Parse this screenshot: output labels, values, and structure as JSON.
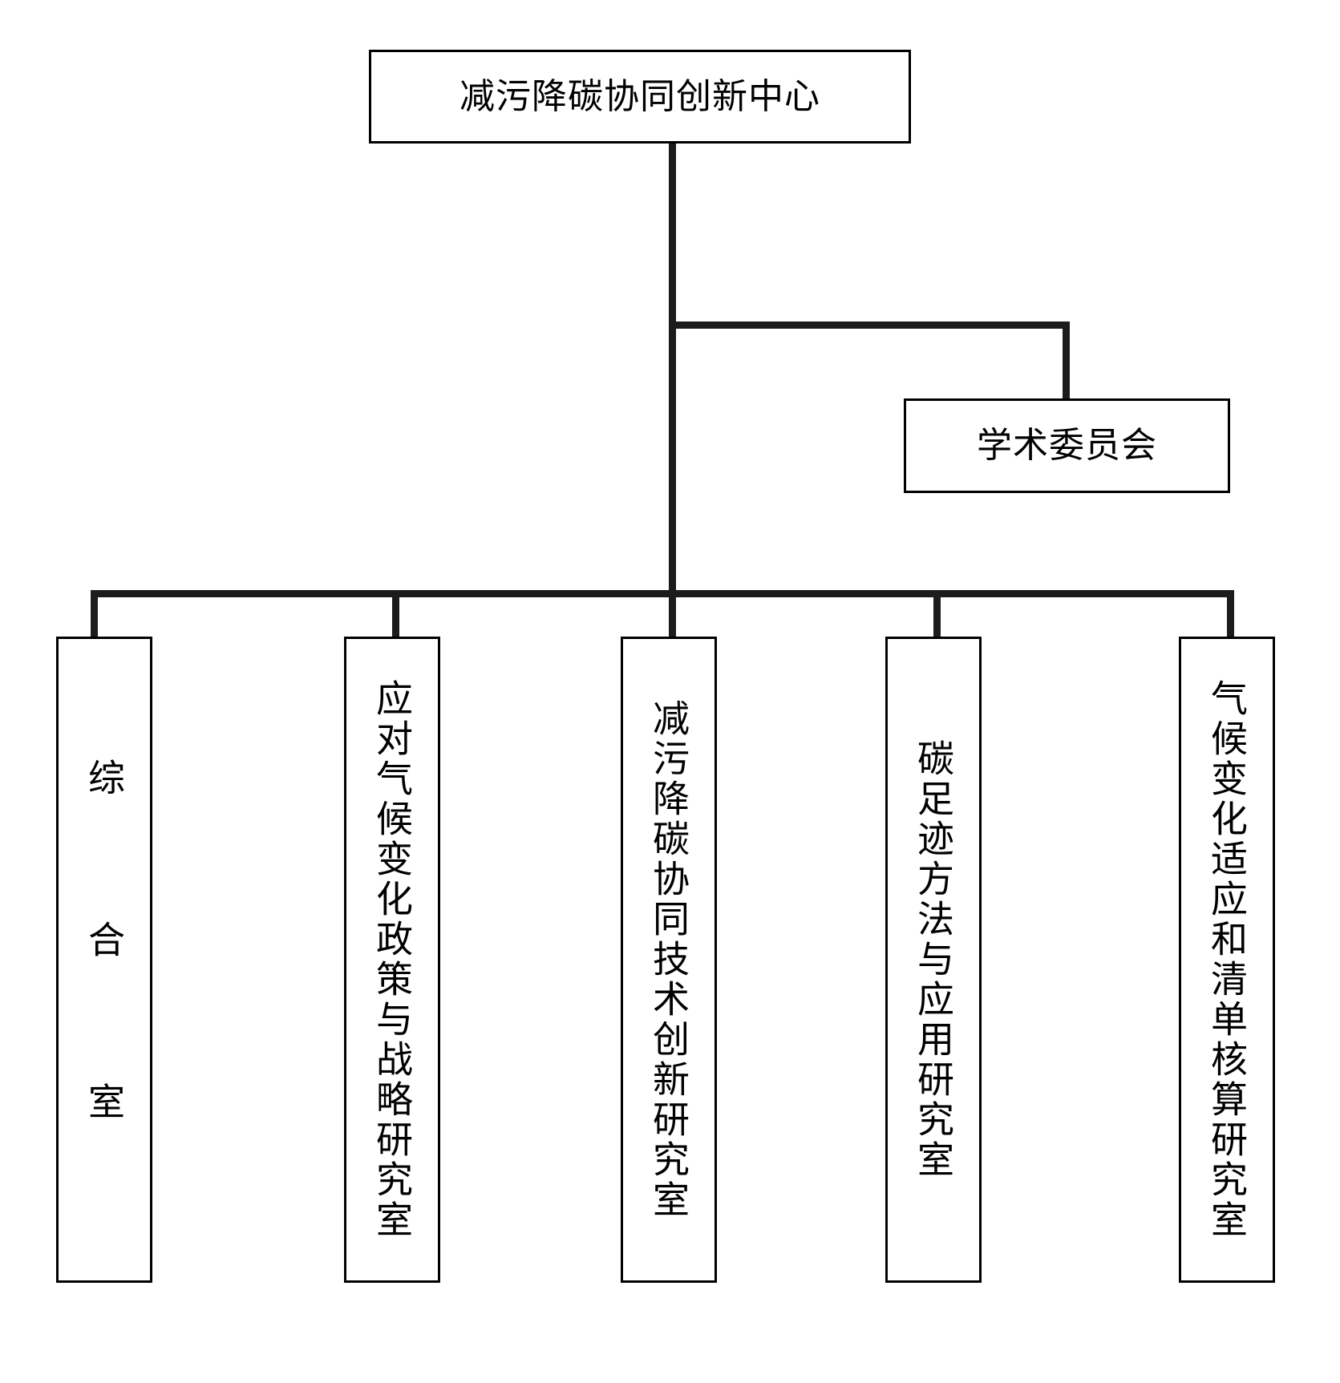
{
  "diagram": {
    "title_node": {
      "label": "减污降碳协同创新中心",
      "name": "root-node"
    },
    "side_node": {
      "label": "学术委员会",
      "name": "academic-committee-node"
    },
    "departments": [
      {
        "label": "综 合 室",
        "name": "department-general-office"
      },
      {
        "label": "应对气候变化政策与战略研究室",
        "name": "department-climate-policy-strategy"
      },
      {
        "label": "减污降碳协同技术创新研究室",
        "name": "department-pollution-carbon-tech-innovation"
      },
      {
        "label": "碳足迹方法与应用研究室",
        "name": "department-carbon-footprint-method"
      },
      {
        "label": "气候变化适应和清单核算研究室",
        "name": "department-climate-adaptation-inventory"
      }
    ],
    "colors": {
      "background": "#ffffff",
      "border": "#000000",
      "connector": "#1c1c1c",
      "text": "#000000"
    }
  }
}
